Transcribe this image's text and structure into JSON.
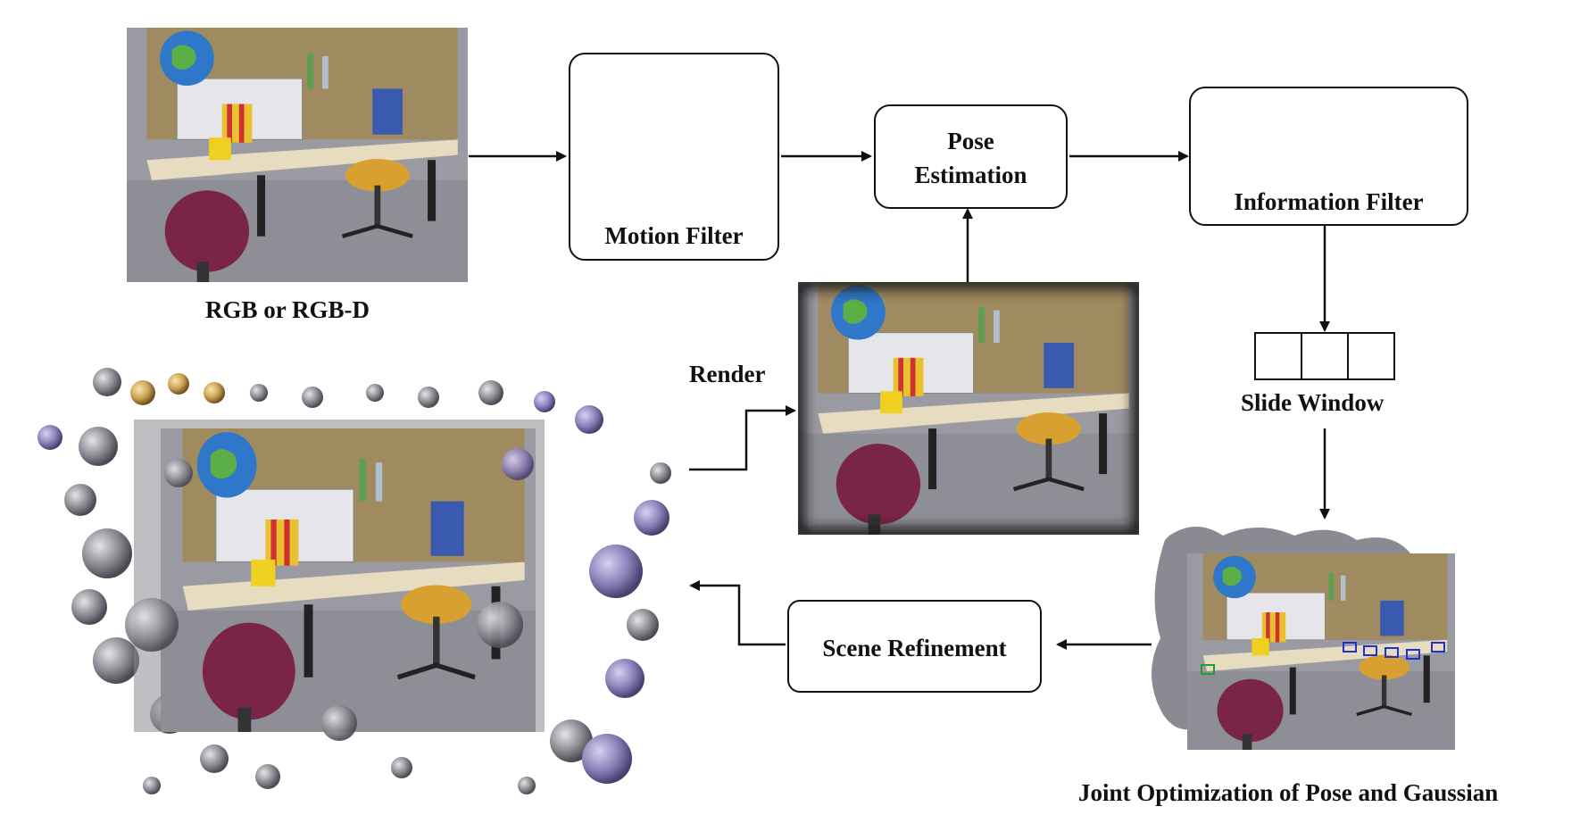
{
  "inputs": {
    "rgb_label": "RGB or RGB-D"
  },
  "modules": {
    "motion_filter": "Motion Filter",
    "pose_estimation_line1": "Pose",
    "pose_estimation_line2": "Estimation",
    "information_filter": "Information Filter",
    "slide_window": "Slide Window",
    "scene_refinement": "Scene Refinement",
    "joint_optimization": "Joint Optimization of Pose and Gaussian",
    "render": "Render"
  },
  "colors": {
    "desk_top": "#e8dcc0",
    "desk_panel": "#a08a60",
    "globe": "#2f77c8",
    "chair": "#7a2448",
    "seat_yellow": "#d8a030",
    "floor": "#9a9aa2",
    "venn_left": "#3a82d0",
    "venn_right": "#9fb8dc",
    "venn_left_blobs": "#8fd14a",
    "venn_right_blobs": "#c8aa98",
    "cnn_orange": "#f5b076",
    "cnn_red": "#e0524e",
    "cnn_blue": "#8fb8e0"
  }
}
